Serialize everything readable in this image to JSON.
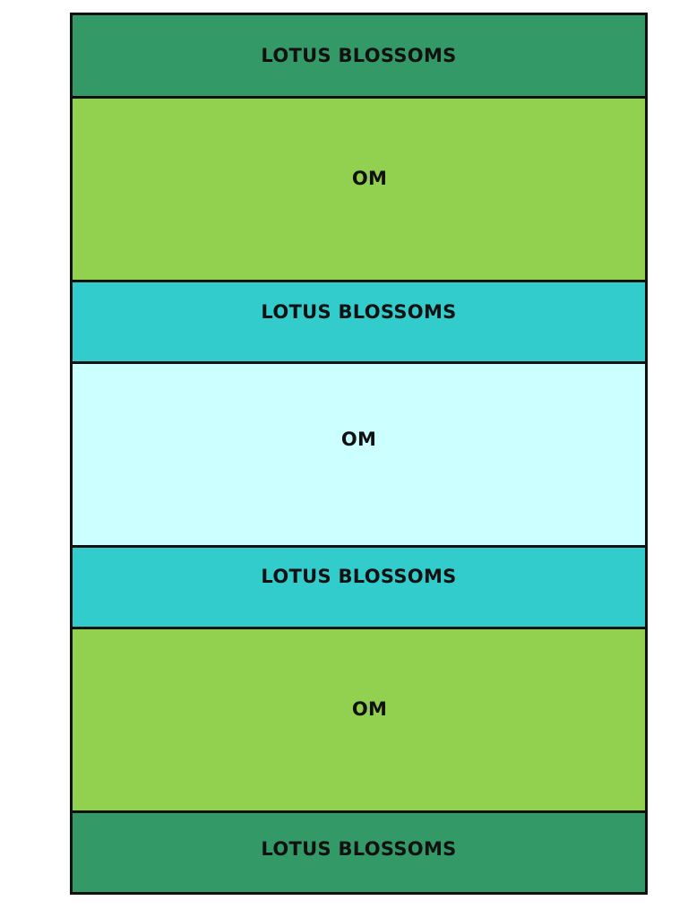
{
  "bands": [
    {
      "label": "LOTUS BLOSSOMS",
      "color": "#339966"
    },
    {
      "label": "OM",
      "color": "#92d050"
    },
    {
      "label": "LOTUS BLOSSOMS",
      "color": "#33cccc"
    },
    {
      "label": "OM",
      "color": "#ccffff"
    },
    {
      "label": "LOTUS BLOSSOMS",
      "color": "#33cccc"
    },
    {
      "label": "OM",
      "color": "#92d050"
    },
    {
      "label": "LOTUS BLOSSOMS",
      "color": "#339966"
    }
  ]
}
